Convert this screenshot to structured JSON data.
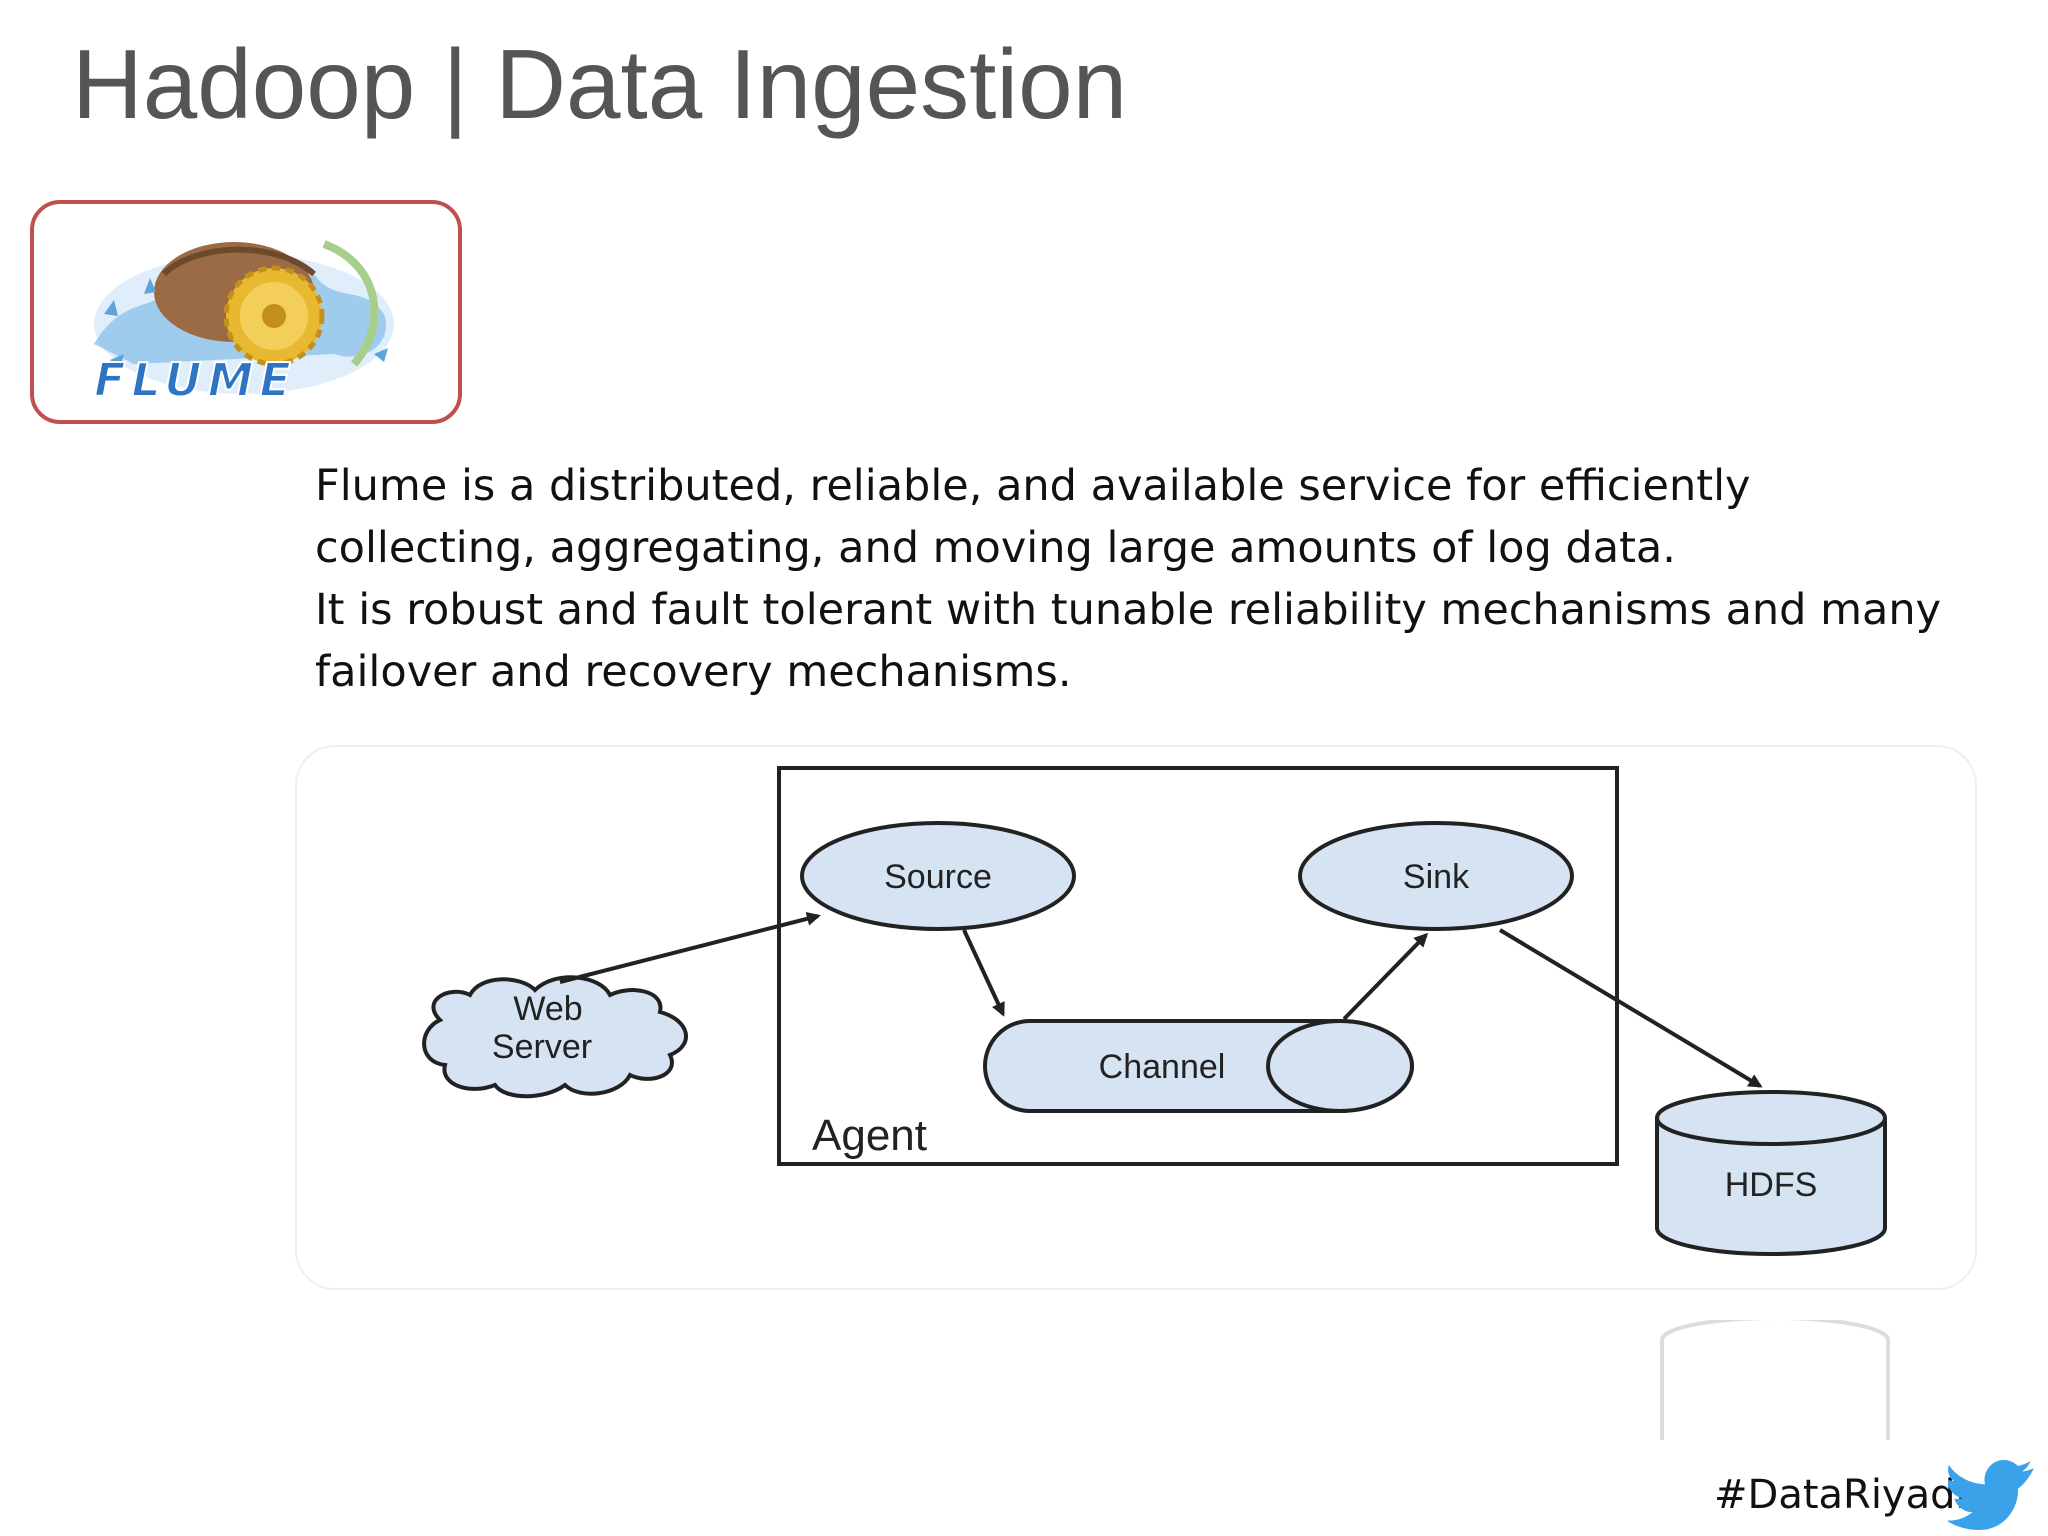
{
  "slide": {
    "title": "Hadoop | Data Ingestion",
    "logo_text": "FLUME",
    "paragraphs": [
      "Flume is a distributed, reliable, and available service for efficiently collecting, aggregating, and moving large amounts of log data.",
      "It is robust and fault tolerant with tunable reliability mechanisms and many failover and recovery mechanisms."
    ],
    "hashtag": "#DataRiyadh"
  },
  "diagram": {
    "agent_label": "Agent",
    "web_server_line1": "Web",
    "web_server_line2": "Server",
    "source_label": "Source",
    "sink_label": "Sink",
    "channel_label": "Channel",
    "hdfs_label": "HDFS",
    "node_fill": "#d5e3f3",
    "stroke_color": "#222222"
  },
  "icons": {
    "logo": "flume-logo-icon",
    "bird": "twitter-bird-icon"
  },
  "colors": {
    "logo_border": "#c0504d",
    "title": "#555555",
    "twitter_blue": "#3aa2e8"
  }
}
